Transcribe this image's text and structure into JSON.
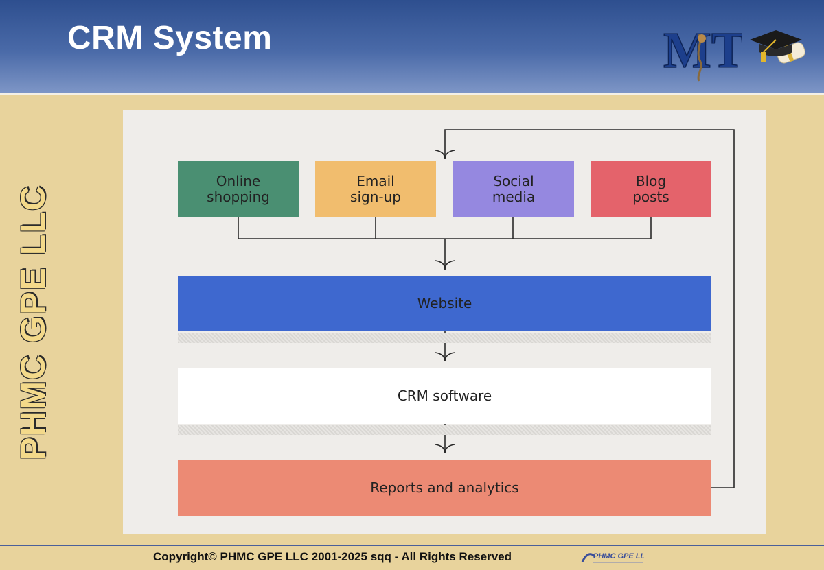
{
  "slide": {
    "title": "CRM System",
    "side_brand": "PHMC GPE LLC",
    "copyright": "Copyright© PHMC GPE LLC 2001-2025 sqq - All Rights Reserved",
    "logo_text": "MT",
    "footer_logo_text": "PHMC GPE LLC"
  },
  "diagram": {
    "sources": [
      {
        "label": "Online\nshopping",
        "color": "#4a8f72"
      },
      {
        "label": "Email\nsign-up",
        "color": "#f1bd6e"
      },
      {
        "label": "Social\nmedia",
        "color": "#9588e0"
      },
      {
        "label": "Blog\nposts",
        "color": "#e4636b"
      }
    ],
    "website": {
      "label": "Website",
      "color": "#3e68cf"
    },
    "crm": {
      "label": "CRM software",
      "color": "#ffffff"
    },
    "reports": {
      "label": "Reports and analytics",
      "color": "#ec8a74"
    },
    "line_color": "#2a2a2a"
  }
}
